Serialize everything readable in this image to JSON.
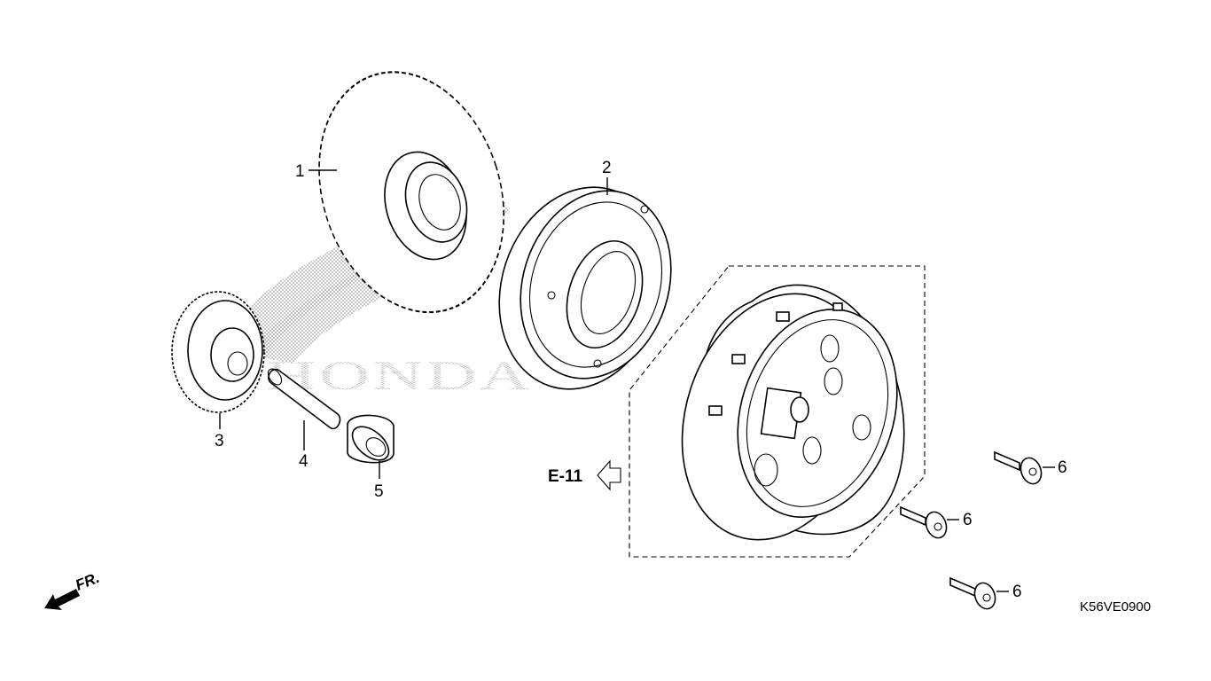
{
  "callouts": [
    {
      "id": "1",
      "label": "1"
    },
    {
      "id": "2",
      "label": "2"
    },
    {
      "id": "3",
      "label": "3"
    },
    {
      "id": "4",
      "label": "4"
    },
    {
      "id": "5",
      "label": "5"
    },
    {
      "id": "6a",
      "label": "6"
    },
    {
      "id": "6b",
      "label": "6"
    },
    {
      "id": "6c",
      "label": "6"
    }
  ],
  "cross_reference": "E-11",
  "front_indicator": "FR.",
  "diagram_code": "K56VE0900",
  "watermark_text": "HONDA",
  "colors": {
    "line": "#000000",
    "background": "#ffffff",
    "dots": "#9a9a9a"
  }
}
